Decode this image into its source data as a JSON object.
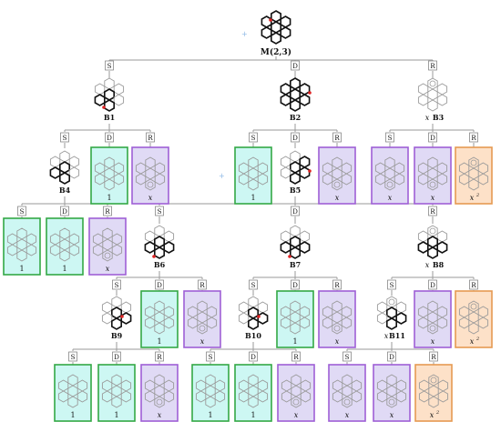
{
  "root_label": "M(2,3)",
  "edge_letters": {
    "s": "S",
    "d": "D",
    "r": "R"
  },
  "leaf_labels": {
    "one": "1",
    "x": "x",
    "x2": "x",
    "x2_sup": "2"
  },
  "branch_labels": {
    "b1": "B1",
    "b2": "B2",
    "b3": "B3",
    "b4": "B4",
    "b5": "B5",
    "b6": "B6",
    "b7": "B7",
    "b8": "B8",
    "b9": "B9",
    "b10": "B10",
    "b11": "B11"
  },
  "branch_prefix": "x",
  "colors": {
    "cyan_fill": "#cdf7f3",
    "green_border": "#33a845",
    "lavender_fill": "#e0daf5",
    "purple_border": "#9e5fd6",
    "peach_fill": "#fde1c8",
    "orange_border": "#e69a52",
    "red_dot": "#e02222",
    "bond_dark": "#111111",
    "bond_light": "#9a9a9a",
    "line": "#9a9a9a",
    "plus": "#8cb8e6"
  },
  "legend_marks": {
    "plus": "+"
  }
}
